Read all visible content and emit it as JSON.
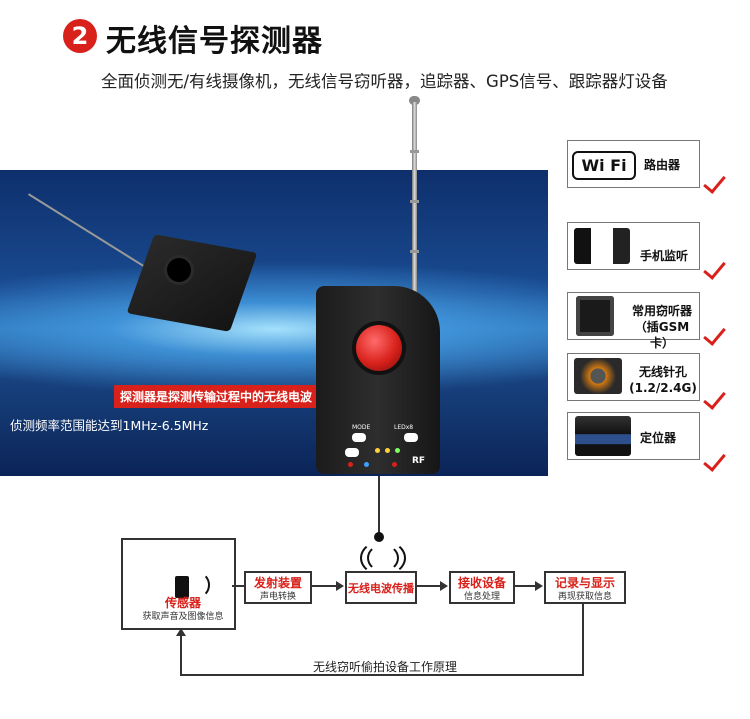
{
  "header": {
    "number": "2",
    "title": "无线信号探测器",
    "subtitle": "全面侦测无/有线摄像机，无线信号窃听器，追踪器、GPS信号、跟踪器灯设备"
  },
  "banner": {
    "red_label": "探测器是探测传输过程中的无线电波",
    "caption": "侦测频率范围能达到1MHz-6.5MHz"
  },
  "device": {
    "mode_label": "MODE",
    "led_label": "LEDx8",
    "rf_label": "RF"
  },
  "side_items": [
    {
      "icon": "wifi-icon",
      "wifi_text": "Wi Fi",
      "label": "路由器"
    },
    {
      "icon": "phone-icon",
      "label": "手机监听"
    },
    {
      "icon": "bug-device-icon",
      "label_line1": "常用窃听器",
      "label_line2": "（插GSM卡）"
    },
    {
      "icon": "pinhole-camera-icon",
      "label_line1": "无线针孔",
      "label_line2": "(1.2/2.4G)"
    },
    {
      "icon": "tracker-case-icon",
      "label": "定位器"
    }
  ],
  "flow": {
    "sensor_title": "传感器",
    "sensor_sub": "获取声音及图像信息",
    "transmit_title": "发射装置",
    "transmit_sub": "声电转换",
    "radio_title": "无线电波传播",
    "receive_title": "接收设备",
    "receive_sub": "信息处理",
    "record_title": "记录与显示",
    "record_sub": "再现获取信息",
    "bottom_caption": "无线窃听偷拍设备工作原理"
  },
  "colors": {
    "accent": "#d8211b",
    "banner_blue": "#1a4c92"
  }
}
